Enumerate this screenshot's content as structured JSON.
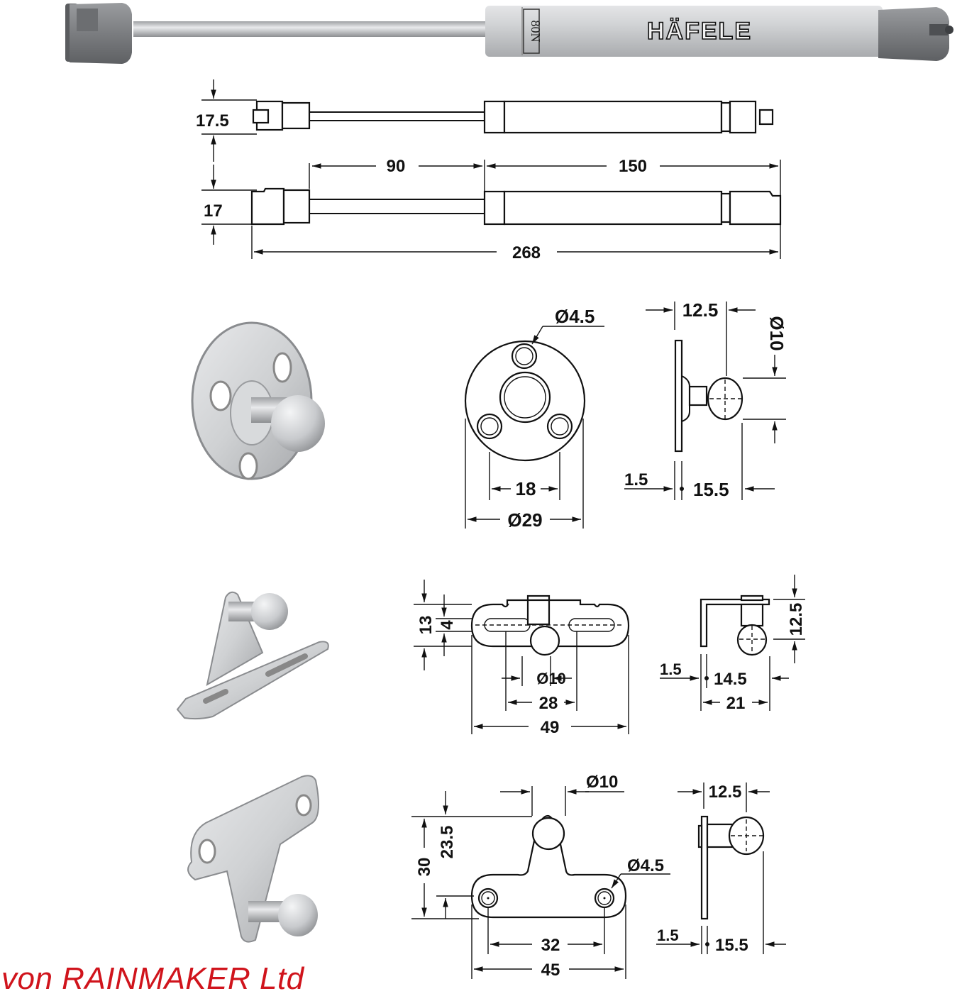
{
  "product": {
    "brand_label": "HÄFELE",
    "force_label": "80N",
    "colors": {
      "end_caps": "#7d7f82",
      "cylinder": "#c9cbce",
      "rod": "#b8babd",
      "watermark": "#d0141c",
      "line": "#111111"
    }
  },
  "strut_drawing": {
    "height_top": "17.5",
    "height_bottom": "17",
    "stroke_length": "90",
    "cylinder_length": "150",
    "total_length": "268"
  },
  "round_mount": {
    "hole_diameter": "Ø4.5",
    "hole_spacing": "18",
    "plate_diameter": "Ø29",
    "side_offset": "12.5",
    "ball_diameter": "Ø10",
    "plate_thickness": "1.5",
    "total_depth": "15.5"
  },
  "angle_mount": {
    "height": "13",
    "slot_width": "4",
    "ball_diameter": "Ø10",
    "slot_spacing": "28",
    "total_width": "49",
    "side_height": "12.5",
    "plate_thickness": "1.5",
    "ball_depth": "14.5",
    "total_depth": "21"
  },
  "t_mount": {
    "ball_diameter": "Ø10",
    "total_height": "30",
    "ball_height": "23.5",
    "hole_diameter": "Ø4.5",
    "hole_spacing": "32",
    "total_width": "45",
    "side_offset": "12.5",
    "plate_thickness": "1.5",
    "total_depth": "15.5"
  },
  "watermark": {
    "text": "von RAINMAKER Ltd"
  }
}
